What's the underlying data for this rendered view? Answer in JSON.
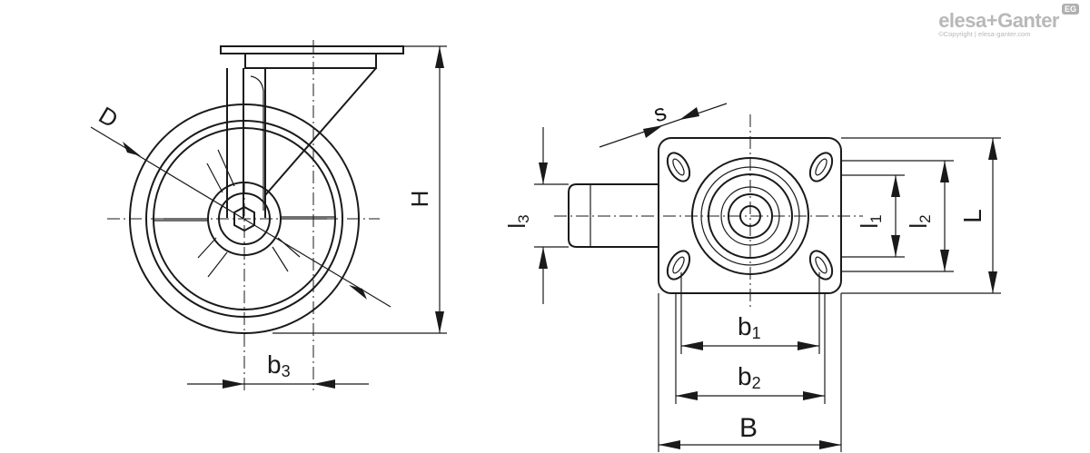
{
  "logo": {
    "brand": "elesa+Ganter",
    "badge": "EG",
    "copyright": "©Copyright | elesa-ganter.com"
  },
  "labels": {
    "D": "D",
    "H": "H",
    "b3_base": "b",
    "b3_sub": "3",
    "s": "s",
    "l3_base": "l",
    "l3_sub": "3",
    "l1_base": "l",
    "l1_sub": "1",
    "l2_base": "l",
    "l2_sub": "2",
    "L": "L",
    "b1_base": "b",
    "b1_sub": "1",
    "b2_base": "b",
    "b2_sub": "2",
    "B": "B"
  },
  "colors": {
    "line": "#1a1a1a",
    "logo": "#b8b8b8"
  }
}
